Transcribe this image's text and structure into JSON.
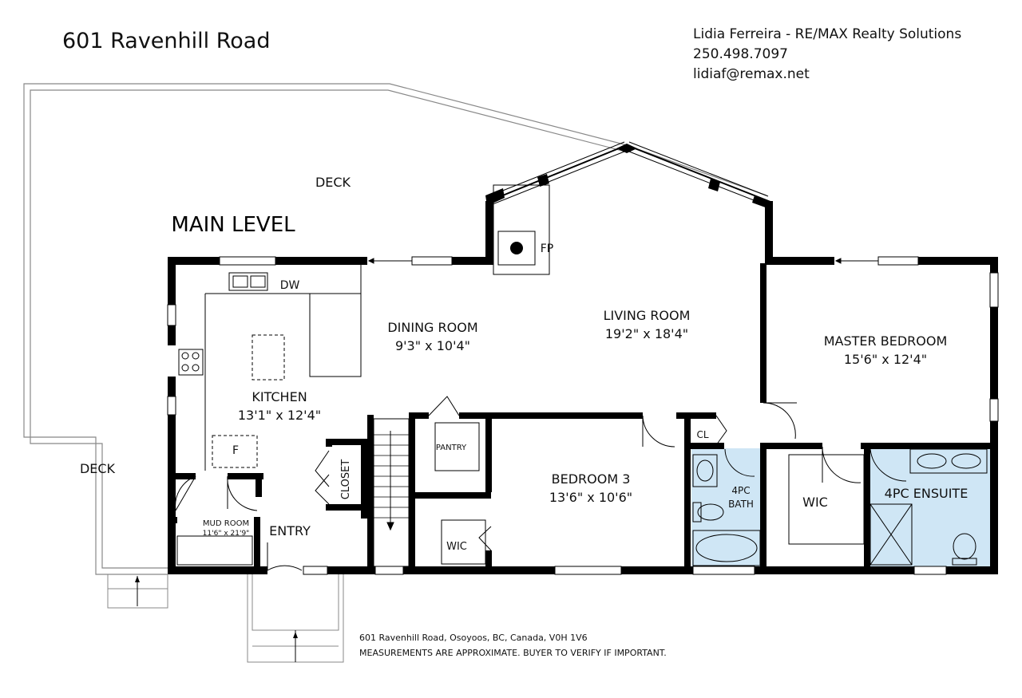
{
  "header": {
    "address": "601 Ravenhill Road",
    "agent": "Lidia Ferreira - RE/MAX Realty Solutions",
    "phone": "250.498.7097",
    "email": "lidiaf@remax.net"
  },
  "plan": {
    "level_title": "MAIN LEVEL",
    "rooms": {
      "deck_top": "DECK",
      "deck_left": "DECK",
      "fireplace": "FP",
      "dw": "DW",
      "fridge": "F",
      "dining_name": "DINING ROOM",
      "dining_size": "9'3\" x 10'4\"",
      "living_name": "LIVING ROOM",
      "living_size": "19'2\" x 18'4\"",
      "master_name": "MASTER BEDROOM",
      "master_size": "15'6\" x 12'4\"",
      "kitchen_name": "KITCHEN",
      "kitchen_size": "13'1\" x 12'4\"",
      "pantry": "PANTRY",
      "cl": "CL",
      "bedroom3_name": "BEDROOM 3",
      "bedroom3_size": "13'6\" x 10'6\"",
      "bath_line1": "4PC",
      "bath_line2": "BATH",
      "wic_master": "WIC",
      "ensuite": "4PC ENSUITE",
      "closet": "CLOSET",
      "mudroom_name": "MUD ROOM",
      "mudroom_size": "11'6\" x 21'9\"",
      "entry": "ENTRY",
      "wic_small": "WIC"
    },
    "colors": {
      "wall": "#000000",
      "bath_fill": "#cfe6f5",
      "deck_line": "#888888"
    }
  },
  "footer": {
    "address_line": "601 Ravenhill Road, Osoyoos, BC, Canada, V0H 1V6",
    "disclaimer": "MEASUREMENTS ARE APPROXIMATE. BUYER TO VERIFY IF IMPORTANT."
  }
}
